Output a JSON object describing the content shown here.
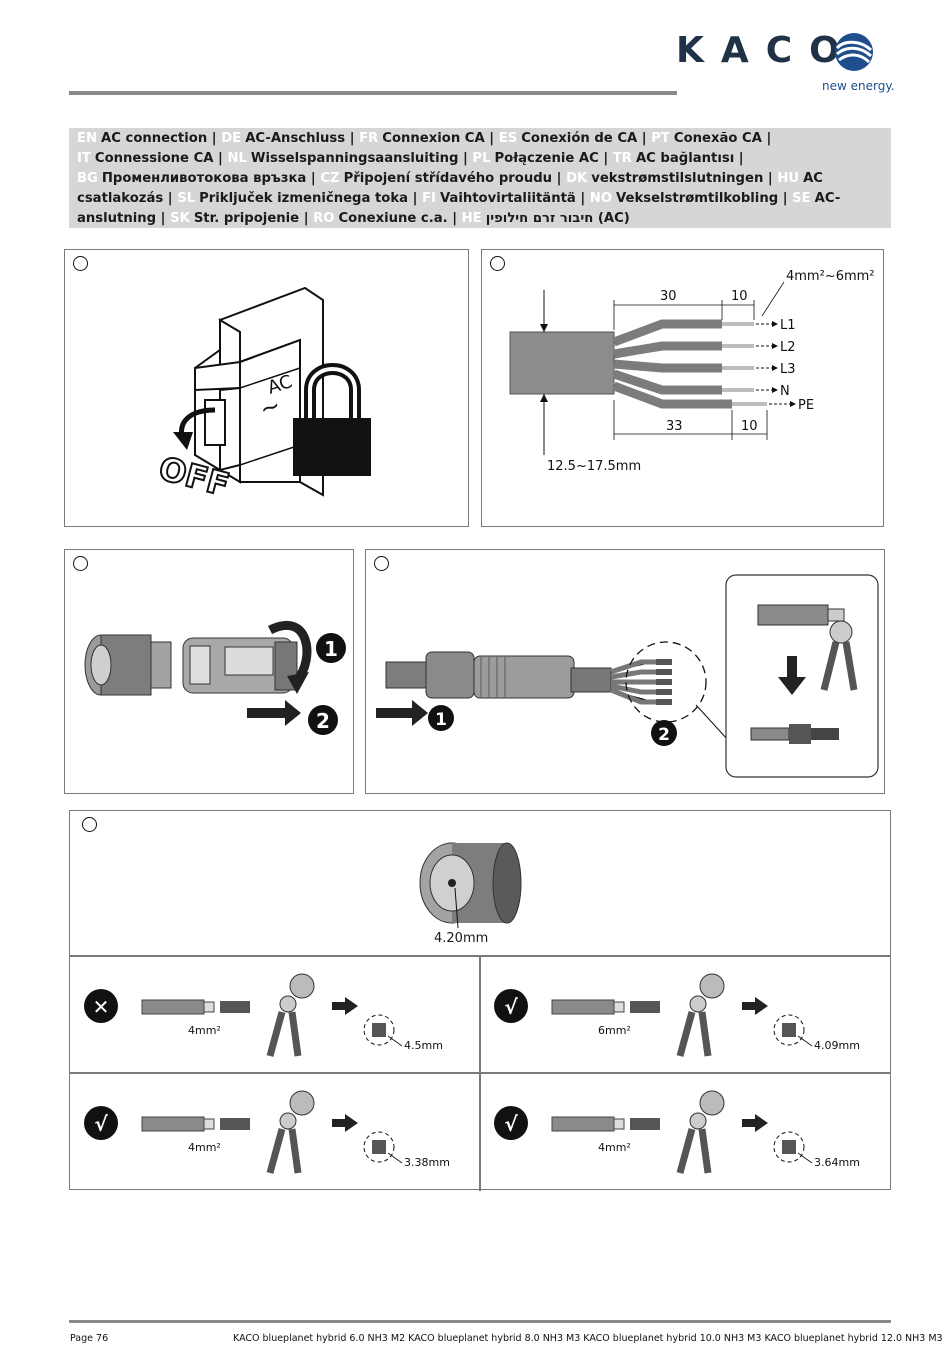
{
  "header": {
    "logo": "KACO",
    "tagline": "new energy."
  },
  "languages": [
    {
      "code": "EN",
      "text": "AC connection"
    },
    {
      "code": "DE",
      "text": "AC-Anschluss"
    },
    {
      "code": "FR",
      "text": "Connexion CA"
    },
    {
      "code": "ES",
      "text": "Conexión de CA"
    },
    {
      "code": "PT",
      "text": "Conexão CA"
    },
    {
      "code": "IT",
      "text": "Connessione CA"
    },
    {
      "code": "NL",
      "text": "Wisselspanningsaansluiting"
    },
    {
      "code": "PL",
      "text": "Połączenie AC"
    },
    {
      "code": "TR",
      "text": "AC bağlantısı"
    },
    {
      "code": "BG",
      "text": "Променливотокова връзка"
    },
    {
      "code": "CZ",
      "text": "Připojení střídavého proudu"
    },
    {
      "code": "DK",
      "text": "vekstrømstilslutningen"
    },
    {
      "code": "HU",
      "text": "AC csatlakozás"
    },
    {
      "code": "SL",
      "text": "Priključek izmeničnega toka"
    },
    {
      "code": "FI",
      "text": "Vaihtovirtaliitäntä"
    },
    {
      "code": "NO",
      "text": "Vekselstrømtilkobling"
    },
    {
      "code": "SE",
      "text": "AC-anslutning"
    },
    {
      "code": "SK",
      "text": "Str. pripojenie"
    },
    {
      "code": "RO",
      "text": "Conexiune c.a."
    },
    {
      "code": "HE",
      "text": "חיבור זרם חילופין (AC)"
    }
  ],
  "panel1": {
    "breaker_label": "AC",
    "breaker_symbol": "~",
    "off_label": "OFF"
  },
  "panel2": {
    "cross_section": "4mm²~6mm²",
    "dim_top_long": "30",
    "dim_top_short": "10",
    "dim_bottom_long": "33",
    "dim_bottom_short": "10",
    "wires": [
      "L1",
      "L2",
      "L3",
      "N",
      "PE"
    ],
    "sheath_diameter": "12.5~17.5mm"
  },
  "panel3": {
    "step1": "❶",
    "step2": "❷"
  },
  "panel4": {
    "step1": "❶",
    "step2": "❷"
  },
  "panel5": {
    "pin_diameter": "4.20mm",
    "cases": [
      {
        "status": "wrong",
        "symbol": "✕",
        "wire": "4mm²",
        "result": "4.5mm"
      },
      {
        "status": "ok",
        "symbol": "√",
        "wire": "6mm²",
        "result": "4.09mm"
      },
      {
        "status": "ok",
        "symbol": "√",
        "wire": "4mm²",
        "result": "3.38mm"
      },
      {
        "status": "ok",
        "symbol": "√",
        "wire": "4mm²",
        "result": "3.64mm"
      }
    ]
  },
  "footer": {
    "page": "Page  76",
    "models": "KACO blueplanet hybrid 6.0 NH3 M2 KACO blueplanet hybrid 8.0 NH3 M3 KACO blueplanet hybrid 10.0 NH3 M3 KACO blueplanet hybrid 12.0 NH3 M3"
  }
}
